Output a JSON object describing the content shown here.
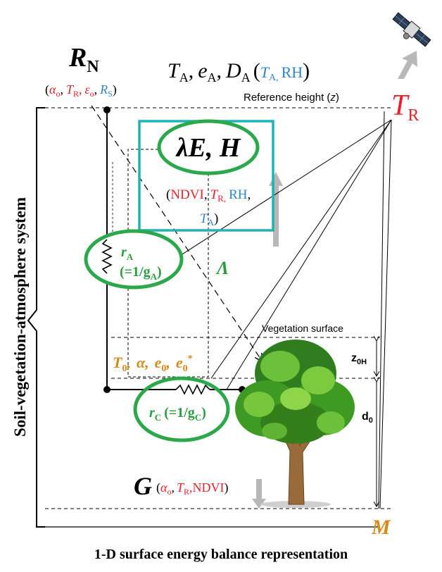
{
  "title": "1-D surface energy balance representation",
  "side_label": "Soil-vegetation-atmosphere system",
  "RN": {
    "symbol": "R",
    "sub": "N"
  },
  "RN_inputs": {
    "open": "(",
    "alpha": "α",
    "alpha_sub": "o",
    "sep1": ",",
    "TR": "T",
    "TR_sub": "R",
    "sep2": ",",
    "eps": "ε",
    "eps_sub": "o",
    "sep3": ",",
    "RS": "R",
    "RS_sub": "S",
    "close": ")"
  },
  "atm_vars": {
    "TA": "T",
    "TA_sub": "A",
    "c1": ",",
    "eA": "e",
    "eA_sub": "A",
    "c2": ",",
    "DA": "D",
    "DA_sub": "A",
    "open": "(",
    "TA2": "T",
    "TA2_sub": "A,",
    "RH": "RH",
    "close": ")"
  },
  "reference_height": {
    "text": "Reference height (",
    "var": "z",
    "close": ")"
  },
  "TR_big": {
    "symbol": "T",
    "sub": "R"
  },
  "fluxes": {
    "text": "λE, H"
  },
  "flux_inputs": {
    "open": "(",
    "ndvi": "NDVI",
    "c1": ",",
    "TR": "T",
    "TR_sub": "R,",
    "RH": "RH",
    "c2": ",",
    "TA": "T",
    "TA_sub": "A",
    "close": ")"
  },
  "rA": {
    "r": "r",
    "r_sub": "A",
    "eq": "(=1/g",
    "g_sub": "A",
    "close": ")"
  },
  "lambda": "Λ",
  "veg_surface": "Vegetation surface",
  "surface_vars": {
    "T": "T",
    "T_sub": "0",
    "c1": ",",
    "a": "α",
    "c2": ",",
    "e": "e",
    "e_sub": "0",
    "c3": ",",
    "es": "e",
    "es_sub": "0",
    "es_sup": "*"
  },
  "z0h": {
    "z": "z",
    "sub": "0H"
  },
  "d0": {
    "d": "d",
    "sub": "0"
  },
  "rC": {
    "r": "r",
    "r_sub": "C",
    "eq": "(=1/g",
    "g_sub": "C",
    "close": ")"
  },
  "G": {
    "symbol": "G",
    "open": "(",
    "alpha": "α",
    "alpha_sub": "o",
    "c1": ",",
    "TR": "T",
    "TR_sub": "R",
    "c2": ",",
    "ndvi": "NDVI",
    "close": ")"
  },
  "M": "M",
  "colors": {
    "red": "#e8202a",
    "blue": "#2e86c8",
    "green": "#2a9d3f",
    "orange": "#d98a1a",
    "teal": "#1fb3b3",
    "ellipse": "#2aa84a",
    "arrow_gray": "#b8b8b8"
  },
  "icons": [
    "satellite-icon",
    "tree-icon",
    "resistor-icon"
  ]
}
